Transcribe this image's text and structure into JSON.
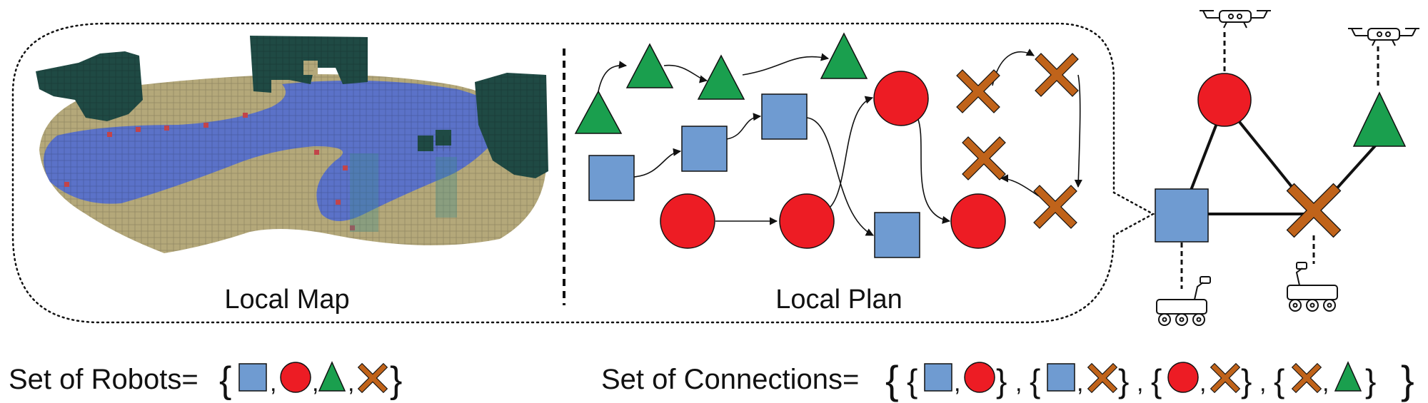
{
  "panels": {
    "local_map_label": "Local Map",
    "local_plan_label": "Local Plan"
  },
  "formulas": {
    "robots_label": "Set of Robots=",
    "connections_label": "Set of Connections="
  },
  "colors": {
    "square": "#6f9bd1",
    "circle": "#ed1c24",
    "triangle": "#1a9f4e",
    "cross": "#c0631a",
    "outline": "#111111",
    "map_ground": "#b4a87a",
    "map_water": "#5b72c8",
    "map_obstacle": "#1f4a44",
    "map_frontier": "#c2444a"
  },
  "icons": {
    "drone": "drone-icon",
    "rover": "rover-icon"
  }
}
